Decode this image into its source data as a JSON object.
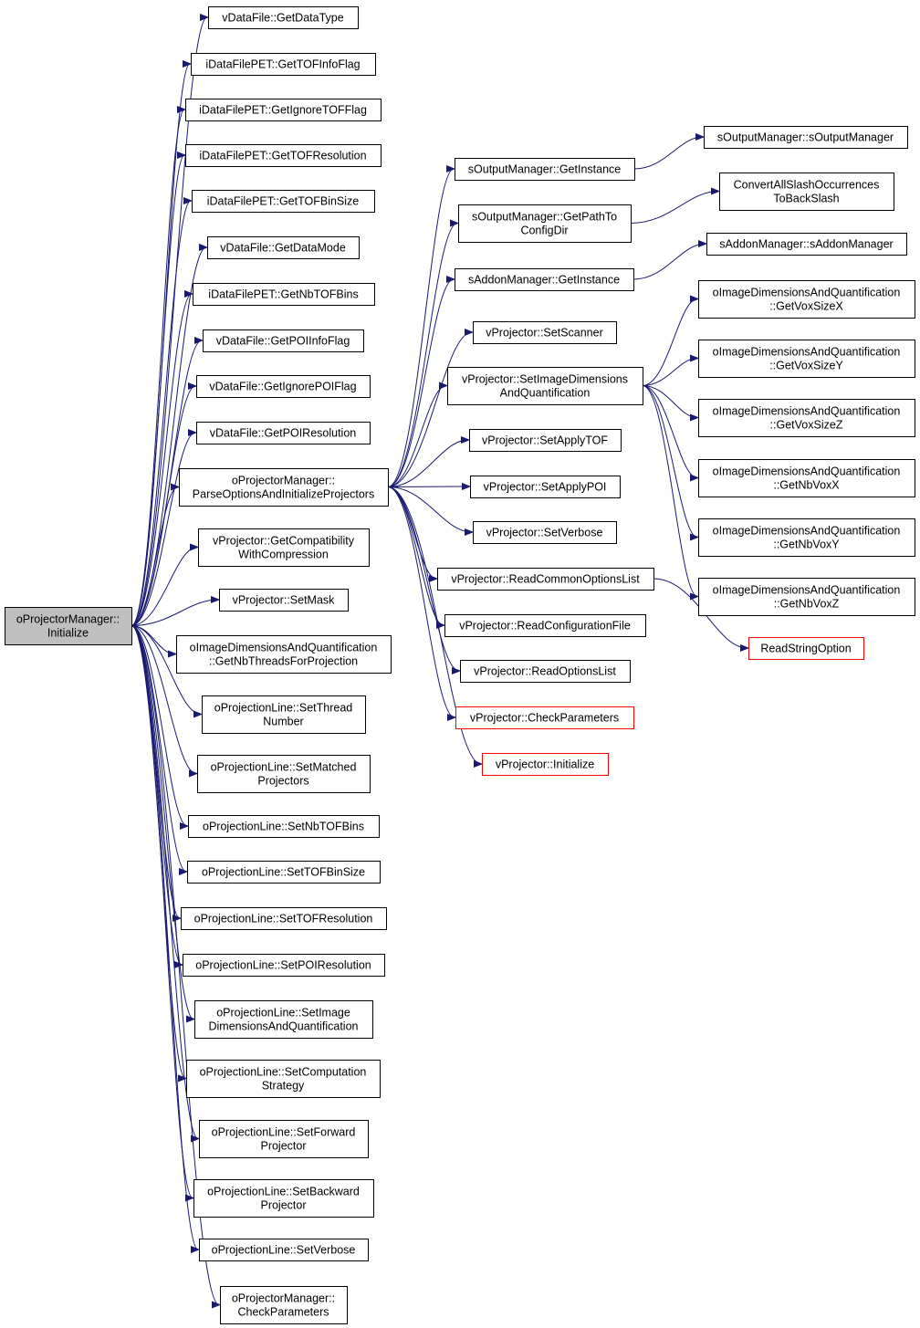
{
  "colors": {
    "edge": "#191970",
    "root_fill": "#bfbfbf",
    "node_fill": "#ffffff",
    "node_border": "#000000",
    "truncated_border": "#ff0000"
  },
  "nodes": [
    {
      "id": "root",
      "lines": [
        "oProjectorManager::",
        "Initialize"
      ],
      "style": "root"
    },
    {
      "id": "n1",
      "lines": [
        "vDataFile::GetDataType"
      ]
    },
    {
      "id": "n2",
      "lines": [
        "iDataFilePET::GetTOFInfoFlag"
      ]
    },
    {
      "id": "n3",
      "lines": [
        "iDataFilePET::GetIgnoreTOFFlag"
      ]
    },
    {
      "id": "n4",
      "lines": [
        "iDataFilePET::GetTOFResolution"
      ]
    },
    {
      "id": "n5",
      "lines": [
        "iDataFilePET::GetTOFBinSize"
      ]
    },
    {
      "id": "n6",
      "lines": [
        "vDataFile::GetDataMode"
      ]
    },
    {
      "id": "n7",
      "lines": [
        "iDataFilePET::GetNbTOFBins"
      ]
    },
    {
      "id": "n8",
      "lines": [
        "vDataFile::GetPOIInfoFlag"
      ]
    },
    {
      "id": "n9",
      "lines": [
        "vDataFile::GetIgnorePOIFlag"
      ]
    },
    {
      "id": "n10",
      "lines": [
        "vDataFile::GetPOIResolution"
      ]
    },
    {
      "id": "parse",
      "lines": [
        "oProjectorManager::",
        "ParseOptionsAndInitializeProjectors"
      ]
    },
    {
      "id": "n12",
      "lines": [
        "vProjector::GetCompatibility",
        "WithCompression"
      ]
    },
    {
      "id": "n13",
      "lines": [
        "vProjector::SetMask"
      ]
    },
    {
      "id": "n14",
      "lines": [
        "oImageDimensionsAndQuantification",
        "::GetNbThreadsForProjection"
      ]
    },
    {
      "id": "n15",
      "lines": [
        "oProjectionLine::SetThread",
        "Number"
      ]
    },
    {
      "id": "n16",
      "lines": [
        "oProjectionLine::SetMatched",
        "Projectors"
      ]
    },
    {
      "id": "n17",
      "lines": [
        "oProjectionLine::SetNbTOFBins"
      ]
    },
    {
      "id": "n18",
      "lines": [
        "oProjectionLine::SetTOFBinSize"
      ]
    },
    {
      "id": "n19",
      "lines": [
        "oProjectionLine::SetTOFResolution"
      ]
    },
    {
      "id": "n20",
      "lines": [
        "oProjectionLine::SetPOIResolution"
      ]
    },
    {
      "id": "n21",
      "lines": [
        "oProjectionLine::SetImage",
        "DimensionsAndQuantification"
      ]
    },
    {
      "id": "n22",
      "lines": [
        "oProjectionLine::SetComputation",
        "Strategy"
      ]
    },
    {
      "id": "n23",
      "lines": [
        "oProjectionLine::SetForward",
        "Projector"
      ]
    },
    {
      "id": "n24",
      "lines": [
        "oProjectionLine::SetBackward",
        "Projector"
      ]
    },
    {
      "id": "n25",
      "lines": [
        "oProjectionLine::SetVerbose"
      ]
    },
    {
      "id": "n26",
      "lines": [
        "oProjectorManager::",
        "CheckParameters"
      ]
    },
    {
      "id": "p1",
      "lines": [
        "sOutputManager::GetInstance"
      ]
    },
    {
      "id": "p2",
      "lines": [
        "sOutputManager::GetPathTo",
        "ConfigDir"
      ]
    },
    {
      "id": "p3",
      "lines": [
        "sAddonManager::GetInstance"
      ]
    },
    {
      "id": "p4",
      "lines": [
        "vProjector::SetScanner"
      ]
    },
    {
      "id": "p5",
      "lines": [
        "vProjector::SetImageDimensions",
        "AndQuantification"
      ]
    },
    {
      "id": "p6",
      "lines": [
        "vProjector::SetApplyTOF"
      ]
    },
    {
      "id": "p7",
      "lines": [
        "vProjector::SetApplyPOI"
      ]
    },
    {
      "id": "p8",
      "lines": [
        "vProjector::SetVerbose"
      ]
    },
    {
      "id": "p9",
      "lines": [
        "vProjector::ReadCommonOptionsList"
      ]
    },
    {
      "id": "p10",
      "lines": [
        "vProjector::ReadConfigurationFile"
      ]
    },
    {
      "id": "p11",
      "lines": [
        "vProjector::ReadOptionsList"
      ]
    },
    {
      "id": "p12",
      "lines": [
        "vProjector::CheckParameters"
      ],
      "style": "red"
    },
    {
      "id": "p13",
      "lines": [
        "vProjector::Initialize"
      ],
      "style": "red"
    },
    {
      "id": "q1",
      "lines": [
        "sOutputManager::sOutputManager"
      ]
    },
    {
      "id": "q2",
      "lines": [
        "ConvertAllSlashOccurrences",
        "ToBackSlash"
      ]
    },
    {
      "id": "q3",
      "lines": [
        "sAddonManager::sAddonManager"
      ]
    },
    {
      "id": "q4",
      "lines": [
        "oImageDimensionsAndQuantification",
        "::GetVoxSizeX"
      ]
    },
    {
      "id": "q5",
      "lines": [
        "oImageDimensionsAndQuantification",
        "::GetVoxSizeY"
      ]
    },
    {
      "id": "q6",
      "lines": [
        "oImageDimensionsAndQuantification",
        "::GetVoxSizeZ"
      ]
    },
    {
      "id": "q7",
      "lines": [
        "oImageDimensionsAndQuantification",
        "::GetNbVoxX"
      ]
    },
    {
      "id": "q8",
      "lines": [
        "oImageDimensionsAndQuantification",
        "::GetNbVoxY"
      ]
    },
    {
      "id": "q9",
      "lines": [
        "oImageDimensionsAndQuantification",
        "::GetNbVoxZ"
      ]
    },
    {
      "id": "q10",
      "lines": [
        "ReadStringOption"
      ],
      "style": "red"
    }
  ],
  "edges": [
    [
      "root",
      "n1"
    ],
    [
      "root",
      "n2"
    ],
    [
      "root",
      "n3"
    ],
    [
      "root",
      "n4"
    ],
    [
      "root",
      "n5"
    ],
    [
      "root",
      "n6"
    ],
    [
      "root",
      "n7"
    ],
    [
      "root",
      "n8"
    ],
    [
      "root",
      "n9"
    ],
    [
      "root",
      "n10"
    ],
    [
      "root",
      "parse"
    ],
    [
      "root",
      "n12"
    ],
    [
      "root",
      "n13"
    ],
    [
      "root",
      "n14"
    ],
    [
      "root",
      "n15"
    ],
    [
      "root",
      "n16"
    ],
    [
      "root",
      "n17"
    ],
    [
      "root",
      "n18"
    ],
    [
      "root",
      "n19"
    ],
    [
      "root",
      "n20"
    ],
    [
      "root",
      "n21"
    ],
    [
      "root",
      "n22"
    ],
    [
      "root",
      "n23"
    ],
    [
      "root",
      "n24"
    ],
    [
      "root",
      "n25"
    ],
    [
      "root",
      "n26"
    ],
    [
      "parse",
      "p1"
    ],
    [
      "parse",
      "p2"
    ],
    [
      "parse",
      "p3"
    ],
    [
      "parse",
      "p4"
    ],
    [
      "parse",
      "p5"
    ],
    [
      "parse",
      "p6"
    ],
    [
      "parse",
      "p7"
    ],
    [
      "parse",
      "p8"
    ],
    [
      "parse",
      "p9"
    ],
    [
      "parse",
      "p10"
    ],
    [
      "parse",
      "p11"
    ],
    [
      "parse",
      "p12"
    ],
    [
      "parse",
      "p13"
    ],
    [
      "p1",
      "q1"
    ],
    [
      "p2",
      "q2"
    ],
    [
      "p3",
      "q3"
    ],
    [
      "p5",
      "q4"
    ],
    [
      "p5",
      "q5"
    ],
    [
      "p5",
      "q6"
    ],
    [
      "p5",
      "q7"
    ],
    [
      "p5",
      "q8"
    ],
    [
      "p5",
      "q9"
    ],
    [
      "p9",
      "q10"
    ]
  ]
}
